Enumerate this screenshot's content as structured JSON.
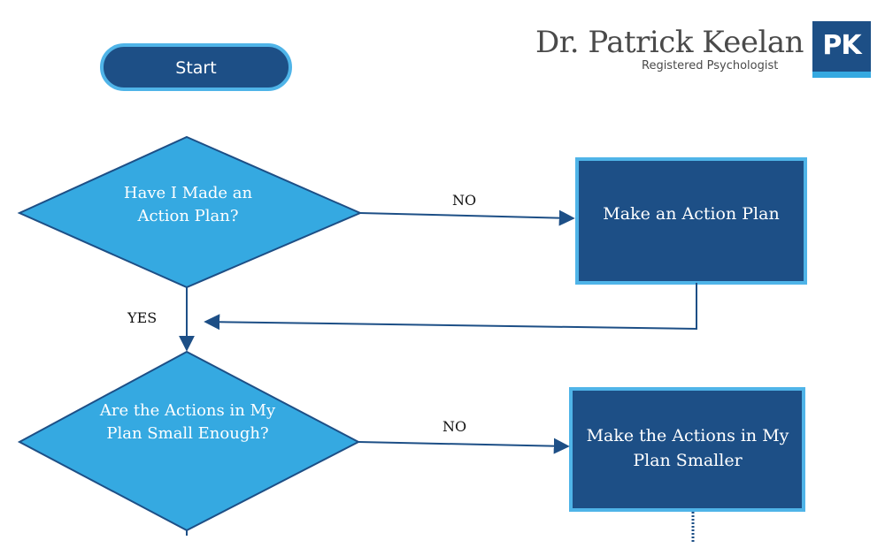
{
  "logo": {
    "name": "Dr. Patrick Keelan",
    "subtitle": "Registered Psychologist",
    "mark": "PK"
  },
  "nodes": {
    "start": "Start",
    "decision1": "Have I Made an Action Plan?",
    "action1": "Make an Action Plan",
    "decision2": "Are the Actions in My Plan Small Enough?",
    "action2": "Make the Actions in My Plan Smaller"
  },
  "edges": {
    "d1_no": "NO",
    "d1_yes": "YES",
    "d2_no": "NO"
  },
  "colors": {
    "dark_box": "#1d4f86",
    "light_diamond": "#35a9e1",
    "border": "#4fb4e8",
    "line": "#1d4f86"
  }
}
